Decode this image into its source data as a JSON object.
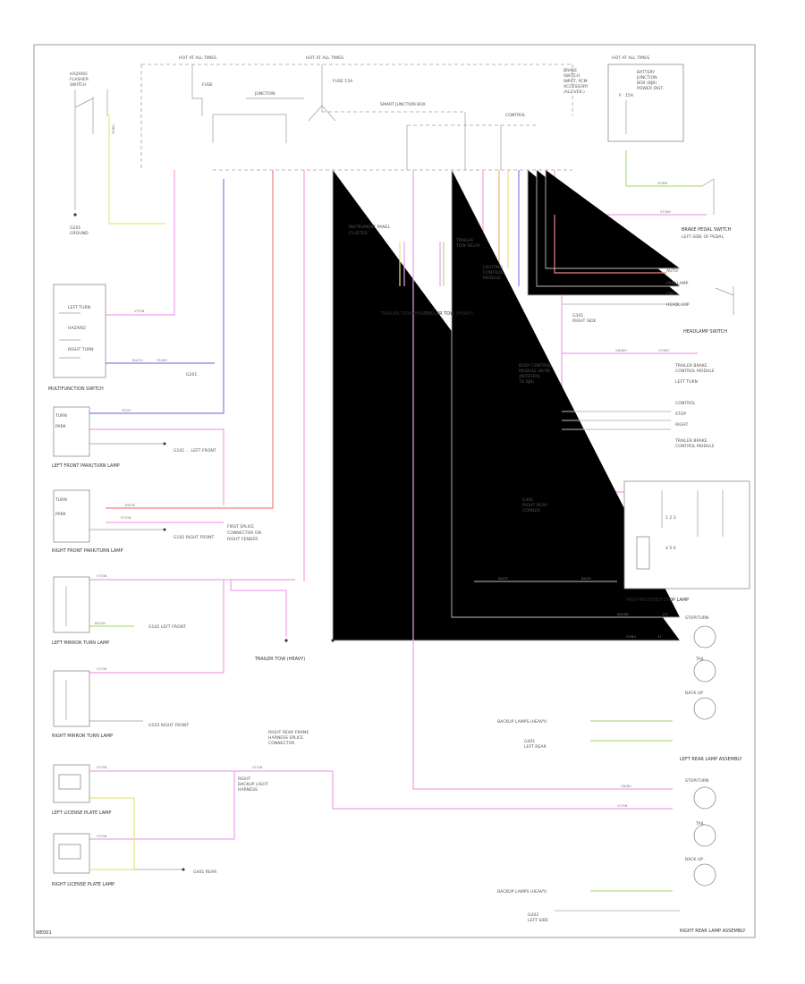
{
  "diagram": {
    "reference_code": "WE001",
    "components": {
      "trailer_tow_a": "TRAILER TOW (HEAVY)",
      "trailer_tow_b": "TRAILER TOW (HEAVY)",
      "trailer_tow_c": "TRAILER TOW (HEAVY)",
      "multifunction_switch": "MULTIFUNCTION SWITCH",
      "left_front_park_lamp": "LEFT FRONT PARK/TURN LAMP",
      "right_front_park_lamp": "RIGHT FRONT PARK/TURN LAMP",
      "left_mirror_lamp": "LEFT MIRROR TURN LAMP",
      "right_mirror_lamp": "RIGHT MIRROR TURN LAMP",
      "left_license_lamp": "LEFT LICENSE PLATE LAMP",
      "right_license_lamp": "RIGHT LICENSE PLATE LAMP",
      "headlamp_switch": "HEADLAMP SWITCH",
      "high_mount_stop_lamp": "HIGH MOUNTED STOP LAMP",
      "left_rear_lamp": "LEFT REAR LAMP ASSEMBLY",
      "right_rear_lamp": "RIGHT REAR LAMP ASSEMBLY",
      "brake_pedal_switch": "BRAKE PEDAL SWITCH",
      "stop_turn_a": "STOP/TURN",
      "stop_turn_b": "STOP/TURN",
      "backup_a": "BACK UP",
      "backup_b": "BACK UP",
      "tail_a": "TAIL",
      "tail_b": "TAIL"
    }
  }
}
